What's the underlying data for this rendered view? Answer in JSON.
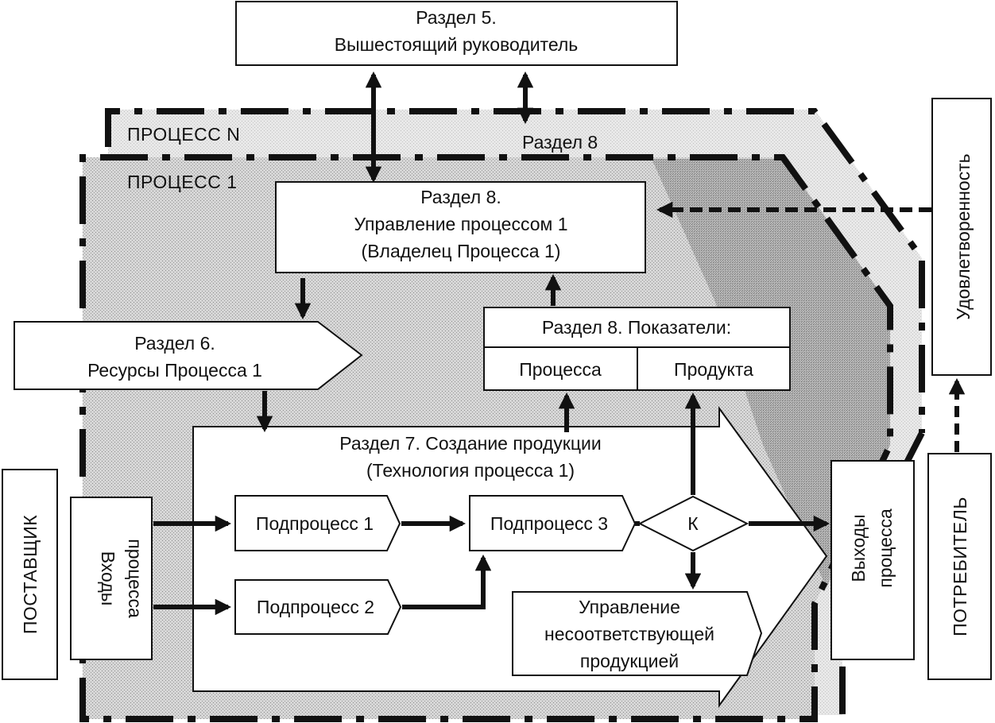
{
  "section5": {
    "line1": "Раздел 5.",
    "line2": "Вышестоящий руководитель"
  },
  "process_n": {
    "label": "ПРОЦЕСС N",
    "section_label": "Раздел 8"
  },
  "process_1": {
    "label": "ПРОЦЕСС 1"
  },
  "management": {
    "line1": "Раздел 8.",
    "line2": "Управление процессом 1",
    "line3": "(Владелец   Процесса 1)"
  },
  "satisfaction": {
    "label": "Удовлетворенность"
  },
  "resources": {
    "line1": "Раздел 6.",
    "line2": "Ресурсы Процесса 1"
  },
  "indicators": {
    "title": "Раздел 8. Показатели:",
    "process": "Процесса",
    "product": "Продукта"
  },
  "production": {
    "line1": "Раздел 7. Создание продукции",
    "line2": "(Технология процесса 1)"
  },
  "supplier": {
    "label": "ПОСТАВЩИК"
  },
  "inputs": {
    "line1": "Входы",
    "line2": "процесса"
  },
  "subprocess1": {
    "label": "Подпроцесс 1"
  },
  "subprocess2": {
    "label": "Подпроцесс 2"
  },
  "subprocess3": {
    "label": "Подпроцесс 3"
  },
  "control": {
    "label": "К"
  },
  "nonconforming": {
    "line1": "Управление",
    "line2": "несоответствующей",
    "line3": "продукцией"
  },
  "outputs": {
    "line1": "Выходы",
    "line2": "процесса"
  },
  "consumer": {
    "label": "ПОТРЕБИТЕЛЬ"
  }
}
